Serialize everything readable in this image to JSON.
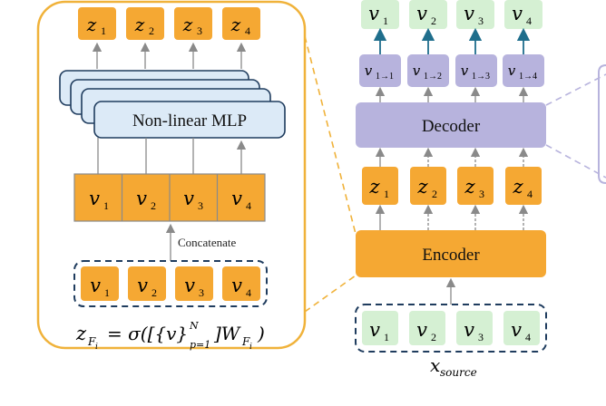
{
  "panels": {
    "left": {
      "top_tokens": [
        {
          "base": "z",
          "sub": "1"
        },
        {
          "base": "z",
          "sub": "2"
        },
        {
          "base": "z",
          "sub": "3"
        },
        {
          "base": "z",
          "sub": "4"
        }
      ],
      "mlp_label": "Non-linear MLP",
      "concat_tokens": [
        {
          "base": "v",
          "sub": "1"
        },
        {
          "base": "v",
          "sub": "2"
        },
        {
          "base": "v",
          "sub": "3"
        },
        {
          "base": "v",
          "sub": "4"
        }
      ],
      "concat_label": "Concatenate",
      "input_tokens": [
        {
          "base": "v",
          "sub": "1"
        },
        {
          "base": "v",
          "sub": "2"
        },
        {
          "base": "v",
          "sub": "3"
        },
        {
          "base": "v",
          "sub": "4"
        }
      ],
      "formula": {
        "lhs": "z",
        "lhs_sub": "F",
        "lhs_subsub": "i",
        "eq": "= σ([{v}",
        "sup": "N",
        "sub": "p=1",
        "rhs": "]W",
        "rhs_sub": "F",
        "rhs_subsub": "i",
        "close": ")"
      }
    },
    "right": {
      "output_tokens": [
        {
          "base": "v",
          "sub": "1"
        },
        {
          "base": "v",
          "sub": "2"
        },
        {
          "base": "v",
          "sub": "3"
        },
        {
          "base": "v",
          "sub": "4"
        }
      ],
      "mapping_tokens": [
        {
          "base": "v",
          "sub": "1→1"
        },
        {
          "base": "v",
          "sub": "1→2"
        },
        {
          "base": "v",
          "sub": "1→3"
        },
        {
          "base": "v",
          "sub": "1→4"
        }
      ],
      "decoder_label": "Decoder",
      "latent_tokens": [
        {
          "base": "z",
          "sub": "1"
        },
        {
          "base": "z",
          "sub": "2"
        },
        {
          "base": "z",
          "sub": "3"
        },
        {
          "base": "z",
          "sub": "4"
        }
      ],
      "encoder_label": "Encoder",
      "input_tokens": [
        {
          "base": "v",
          "sub": "1"
        },
        {
          "base": "v",
          "sub": "2"
        },
        {
          "base": "v",
          "sub": "3"
        },
        {
          "base": "v",
          "sub": "4"
        }
      ],
      "source_label": {
        "base": "x",
        "sub": "source"
      }
    }
  },
  "colors": {
    "orange": "#F5A833",
    "orange_dark": "#D98A10",
    "purple": "#B7B3DD",
    "purple_dark": "#9A95C8",
    "green": "#D5F0D3",
    "blue_light": "#DCEAF7",
    "navy": "#1F3C5E",
    "teal_arrow": "#1F6E8C",
    "gray_arrow": "#8A8A8A"
  }
}
